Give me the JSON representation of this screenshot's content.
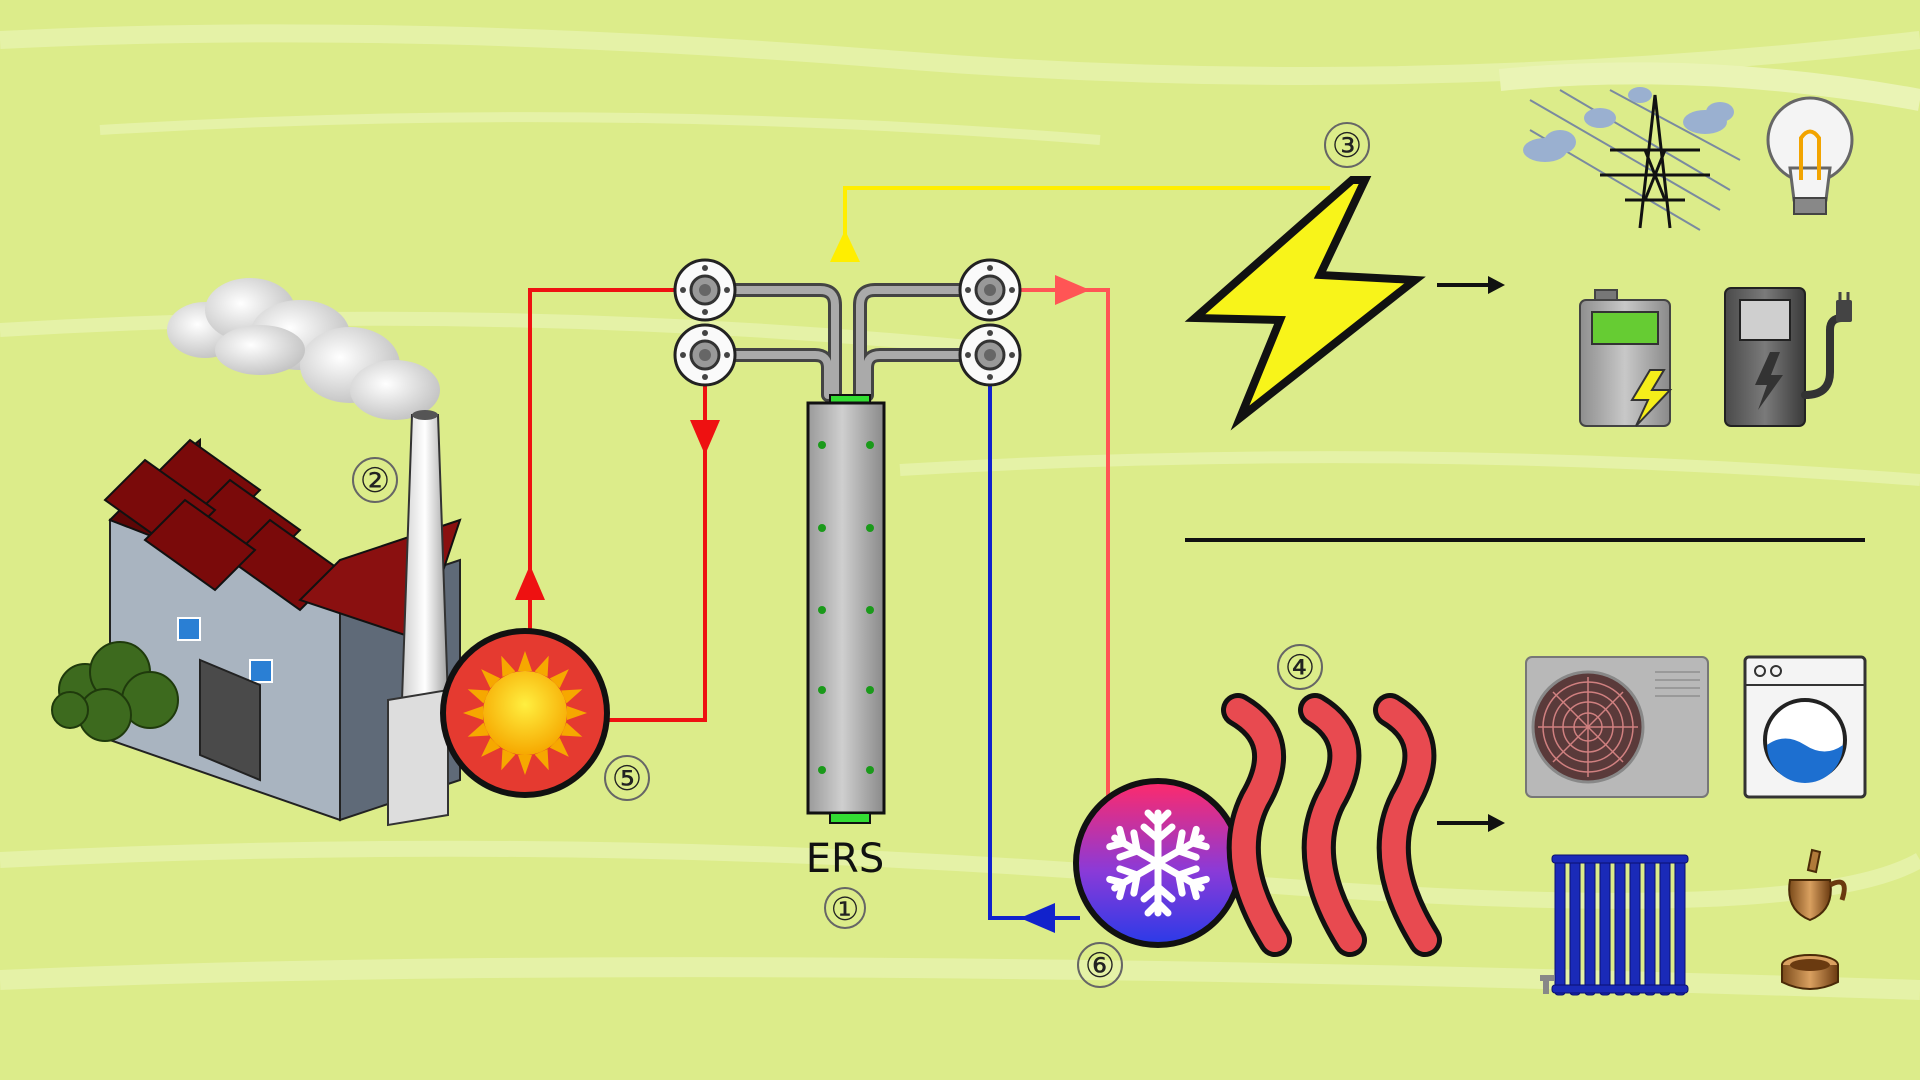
{
  "colors": {
    "background": "#dcec8a",
    "hot_pipe": "#ee1111",
    "warm_pipe": "#ff5555",
    "cold_pipe": "#1122cc",
    "electric_pipe": "#ffee00",
    "bolt": "#f8f41a",
    "factory_roof": "#7a0a0a",
    "waste_heat_ring": "#e53a30",
    "cold_circle": "#6a3ad0",
    "radiator": "#1a2ab8"
  },
  "ers": {
    "label": "ERS",
    "number": "①"
  },
  "markers": {
    "factory": "②",
    "electricity": "③",
    "heat": "④",
    "waste_heat": "⑤",
    "cold": "⑥"
  },
  "icons": {
    "factory": "factory-icon",
    "sun": "sun-icon",
    "snowflake": "snowflake-icon",
    "bolt": "lightning-bolt-icon",
    "power_line": "power-line-icon",
    "bulb": "light-bulb-icon",
    "battery": "battery-charging-icon",
    "charger": "ev-charger-icon",
    "heat_waves": "heat-waves-icon",
    "ac_unit": "air-conditioner-icon",
    "washer": "washing-machine-icon",
    "radiator": "radiator-icon",
    "tea": "teapot-icon",
    "arrow": "arrow-right-icon"
  }
}
